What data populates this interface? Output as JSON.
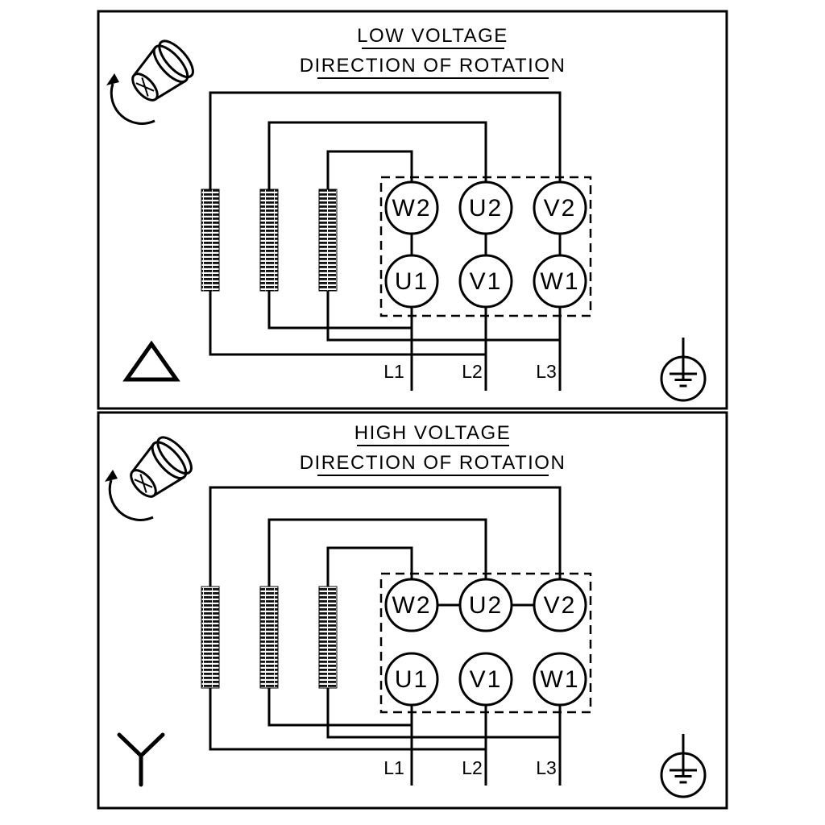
{
  "panels": [
    {
      "id": "low-voltage",
      "title": "LOW VOLTAGE",
      "subtitle": "DIRECTION OF ROTATION",
      "connection": "delta",
      "terminals": {
        "top_row": [
          "W2",
          "U2",
          "V2"
        ],
        "bottom_row": [
          "U1",
          "V1",
          "W1"
        ]
      },
      "supply_lines": [
        "L1",
        "L2",
        "L3"
      ],
      "icons": {
        "rotation": "rotating-shaft-icon",
        "connection": "delta-symbol",
        "ground": "earth-ground-icon"
      }
    },
    {
      "id": "high-voltage",
      "title": "HIGH VOLTAGE",
      "subtitle": "DIRECTION OF ROTATION",
      "connection": "star",
      "terminals": {
        "top_row": [
          "W2",
          "U2",
          "V2"
        ],
        "bottom_row": [
          "U1",
          "V1",
          "W1"
        ]
      },
      "supply_lines": [
        "L1",
        "L2",
        "L3"
      ],
      "icons": {
        "rotation": "rotating-shaft-icon",
        "connection": "star-symbol",
        "ground": "earth-ground-icon"
      }
    }
  ],
  "colors": {
    "line": "#000000",
    "background": "#ffffff"
  }
}
